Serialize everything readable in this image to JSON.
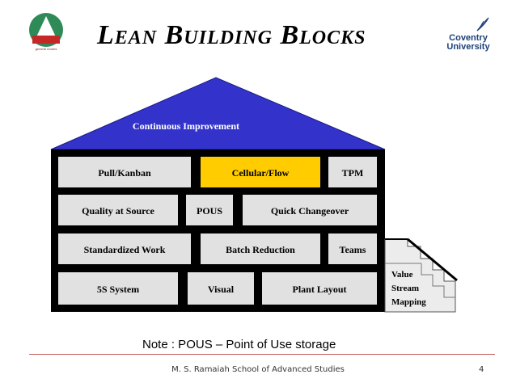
{
  "title": "Lean Building Blocks",
  "logo_left": {
    "caption": "general motors"
  },
  "logo_right": {
    "line1": "Coventry",
    "line2": "University"
  },
  "house": {
    "roof": "Continuous Improvement",
    "rows": [
      [
        "Pull/Kanban",
        "Cellular/Flow",
        "TPM"
      ],
      [
        "Quality at Source",
        "POUS",
        "Quick Changeover"
      ],
      [
        "Standardized Work",
        "Batch Reduction",
        "Teams"
      ],
      [
        "5S System",
        "Visual",
        "Plant Layout"
      ]
    ],
    "stairs": [
      "Value",
      "Stream",
      "Mapping"
    ]
  },
  "colors": {
    "roof": "#3333cc",
    "wall": "#000000",
    "block": "#e1e1e1",
    "highlight": "#ffcc00"
  },
  "note": "Note : POUS – Point of Use storage",
  "footer": {
    "text": "M. S. Ramaiah School of Advanced Studies",
    "page": "4"
  }
}
